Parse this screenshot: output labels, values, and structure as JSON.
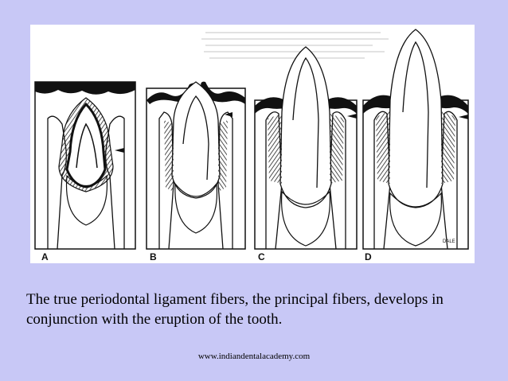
{
  "slide": {
    "background": "#c8c8f6",
    "caption": "The true periodontal ligament fibers, the principal fibers, develops in conjunction with the eruption of the tooth.",
    "footer": "www.indiandentalacademy.com"
  },
  "figure": {
    "panels": [
      {
        "label": "A"
      },
      {
        "label": "B"
      },
      {
        "label": "C"
      },
      {
        "label": "D"
      }
    ],
    "signature": "DALE"
  }
}
